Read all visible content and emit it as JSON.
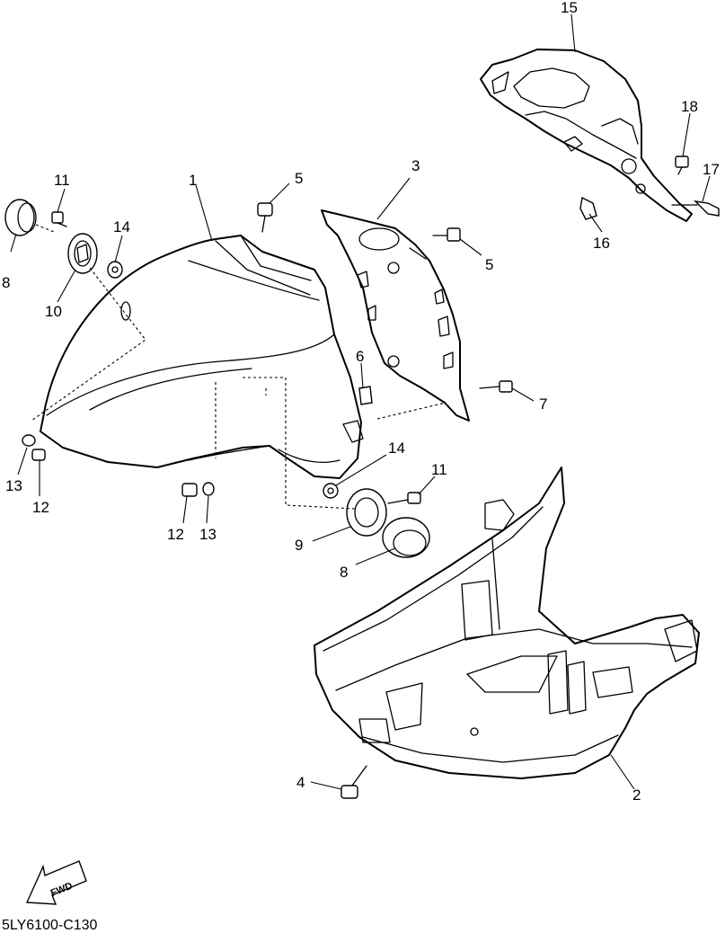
{
  "callouts": {
    "c15": "15",
    "c18": "18",
    "c17": "17",
    "c16": "16",
    "c11a": "11",
    "c1": "1",
    "c5a": "5",
    "c3": "3",
    "c14a": "14",
    "c8a": "8",
    "c10": "10",
    "c5b": "5",
    "c6": "6",
    "c7": "7",
    "c13a": "13",
    "c12a": "12",
    "c14b": "14",
    "c11b": "11",
    "c12b": "12",
    "c13b": "13",
    "c9": "9",
    "c8b": "8",
    "c4": "4",
    "c2": "2"
  },
  "fwd_label": "FWD",
  "diagram_code": "5LY6100-C130"
}
